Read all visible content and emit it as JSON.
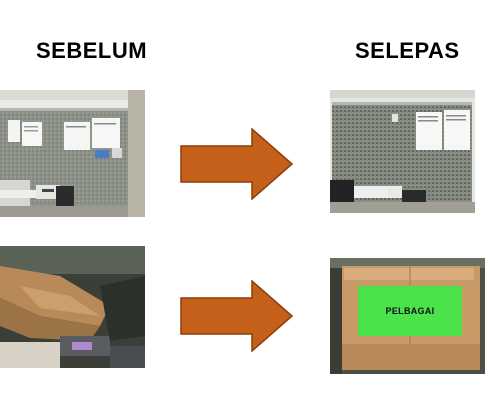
{
  "headings": {
    "before": "SEBELUM",
    "after": "SELEPAS"
  },
  "sign": {
    "label": "PELBAGAI"
  },
  "colors": {
    "arrow_fill": "#c5601a",
    "arrow_stroke": "#8a3d08",
    "sign_green": "#4be24b",
    "board_gray": "#8a8f86",
    "box_brown": "#b88a5a"
  },
  "icons": {
    "arrow": "arrow-right-icon"
  }
}
